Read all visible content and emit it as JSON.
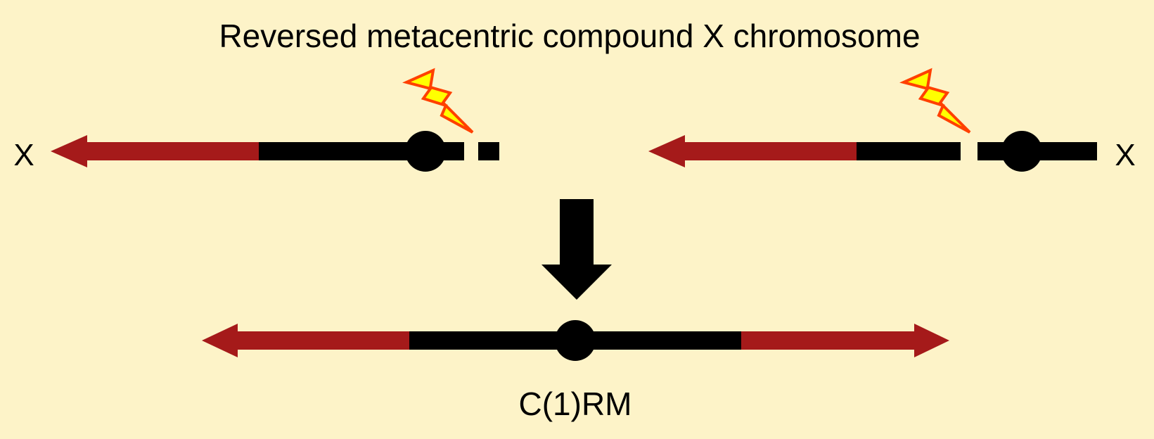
{
  "title": "Reversed metacentric compound X chromosome",
  "left_chromosome": {
    "label": "X",
    "break_icon": "lightning-bolt"
  },
  "right_chromosome": {
    "label": "X",
    "break_icon": "lightning-bolt"
  },
  "product": {
    "label": "C(1)RM"
  },
  "colors": {
    "background": "#fdf3c8",
    "arm_red": "#a51a1a",
    "chromatin": "#000000",
    "bolt_fill": "#ffff00",
    "bolt_stroke": "#ff4000"
  }
}
